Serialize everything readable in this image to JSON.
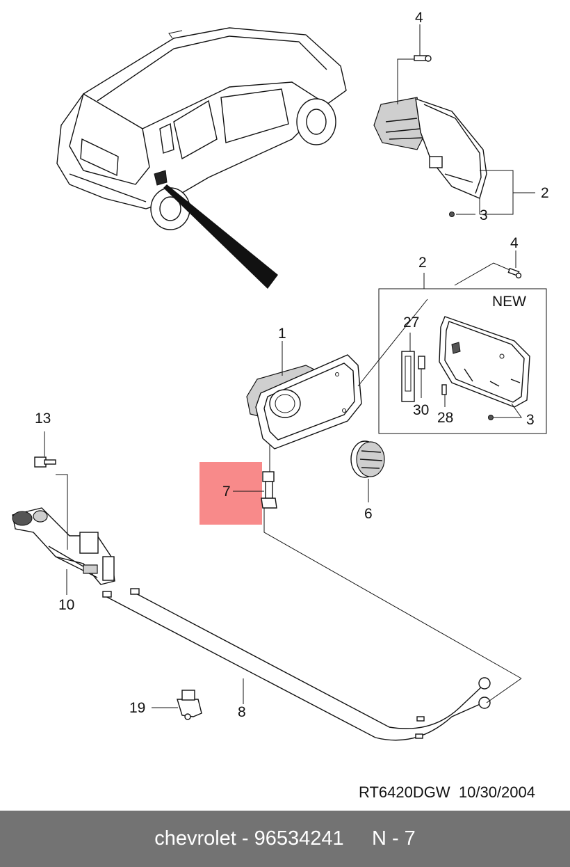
{
  "labels": {
    "p1": "1",
    "p2_top": "2",
    "p2_box": "2",
    "p3_top": "3",
    "p3_box": "3",
    "p4_top": "4",
    "p4_box": "4",
    "p6": "6",
    "p7": "7",
    "p8": "8",
    "p10": "10",
    "p13": "13",
    "p19": "19",
    "p27": "27",
    "p28": "28",
    "p30": "30",
    "new_box": "NEW"
  },
  "highlight": {
    "part": "7",
    "color": "#f88a8a"
  },
  "reference": {
    "code": "RT6420DGW",
    "date": "10/30/2004"
  },
  "footer": {
    "brand": "chevrolet",
    "part_number": "96534241",
    "section": "N - 7"
  }
}
